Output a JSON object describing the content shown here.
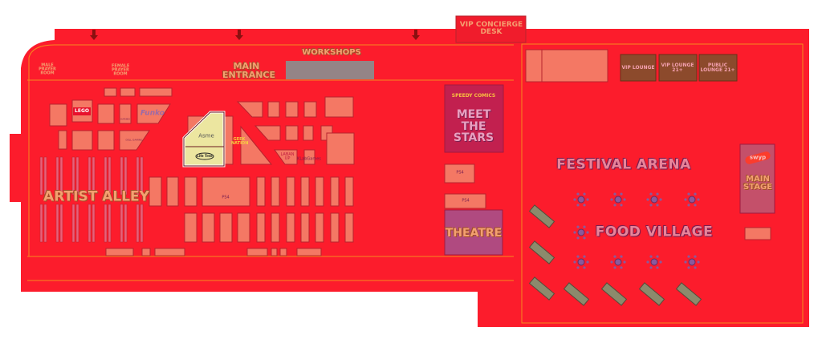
{
  "colors": {
    "floor": "#fc1c2c",
    "booth": "#f47864",
    "booth_border": "#b8232e",
    "walls": "#f68a1e",
    "meet_the_stars": "#c2204f",
    "theatre": "#b04a80",
    "main_stage": "#c4506a",
    "lounge": "#8c4a2c",
    "workshops_area": "#948486",
    "food_stall": "#8c8a6c",
    "table": "#8a5a9c",
    "highlight_booth": "#ece6a0"
  },
  "header": {
    "vip_concierge": "VIP CONCIERGE DESK",
    "main_entrance": "MAIN ENTRANCE",
    "workshops": "WORKSHOPS",
    "male_prayer": "MALE PRAYER ROOM",
    "female_prayer": "FEMALE PRAYER ROOM"
  },
  "zones": {
    "artist_alley": "ARTIST ALLEY",
    "meet_the_stars": "MEET THE STARS",
    "speedy_comics": "SPEEDY COMICS",
    "theatre": "THEATRE",
    "festival_arena": "FESTIVAL ARENA",
    "food_village": "FOOD VILLAGE",
    "main_stage": "MAIN STAGE",
    "swyp": "swyp"
  },
  "lounges": [
    "VIP LOUNGE",
    "VIP LOUNGE 21+",
    "PUBLIC LOUNGE 21+"
  ],
  "booths": {
    "lego": "LEGO",
    "funko": "Funko",
    "asme": "Asme",
    "life_tree": "Life Tree",
    "geek_nation": "GEEK NATION",
    "klab": "KLabGames",
    "laban": "LABAN UP",
    "ps4_a": "PS4",
    "ps4_b": "PS4",
    "ps4_c": "PS4",
    "haribo": "HARIBO",
    "dell": "DELL GAMING"
  }
}
